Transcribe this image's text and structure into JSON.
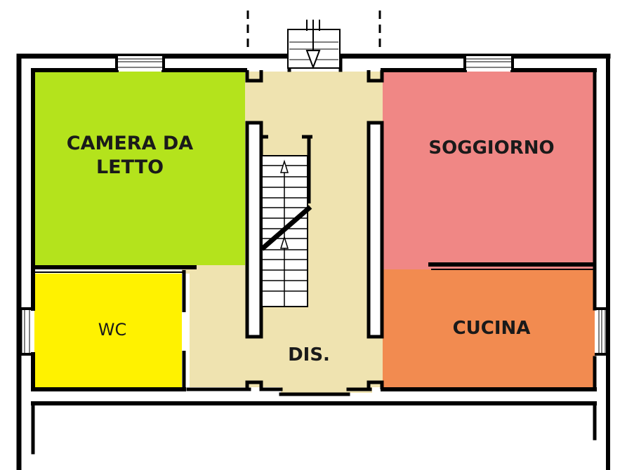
{
  "plan": {
    "colors": {
      "camera": "#b4e31c",
      "soggiorno": "#f08785",
      "wc": "#fff200",
      "cucina": "#f28b50",
      "dis": "#efe3b0",
      "wall": "#000000",
      "background": "#ffffff"
    },
    "rooms": [
      {
        "id": "camera",
        "line1": "CAMERA DA",
        "line2": "LETTO"
      },
      {
        "id": "soggiorno",
        "line1": "SOGGIORNO"
      },
      {
        "id": "wc",
        "line1": "WC"
      },
      {
        "id": "cucina",
        "line1": "CUCINA"
      },
      {
        "id": "dis",
        "line1": "DIS."
      }
    ]
  }
}
